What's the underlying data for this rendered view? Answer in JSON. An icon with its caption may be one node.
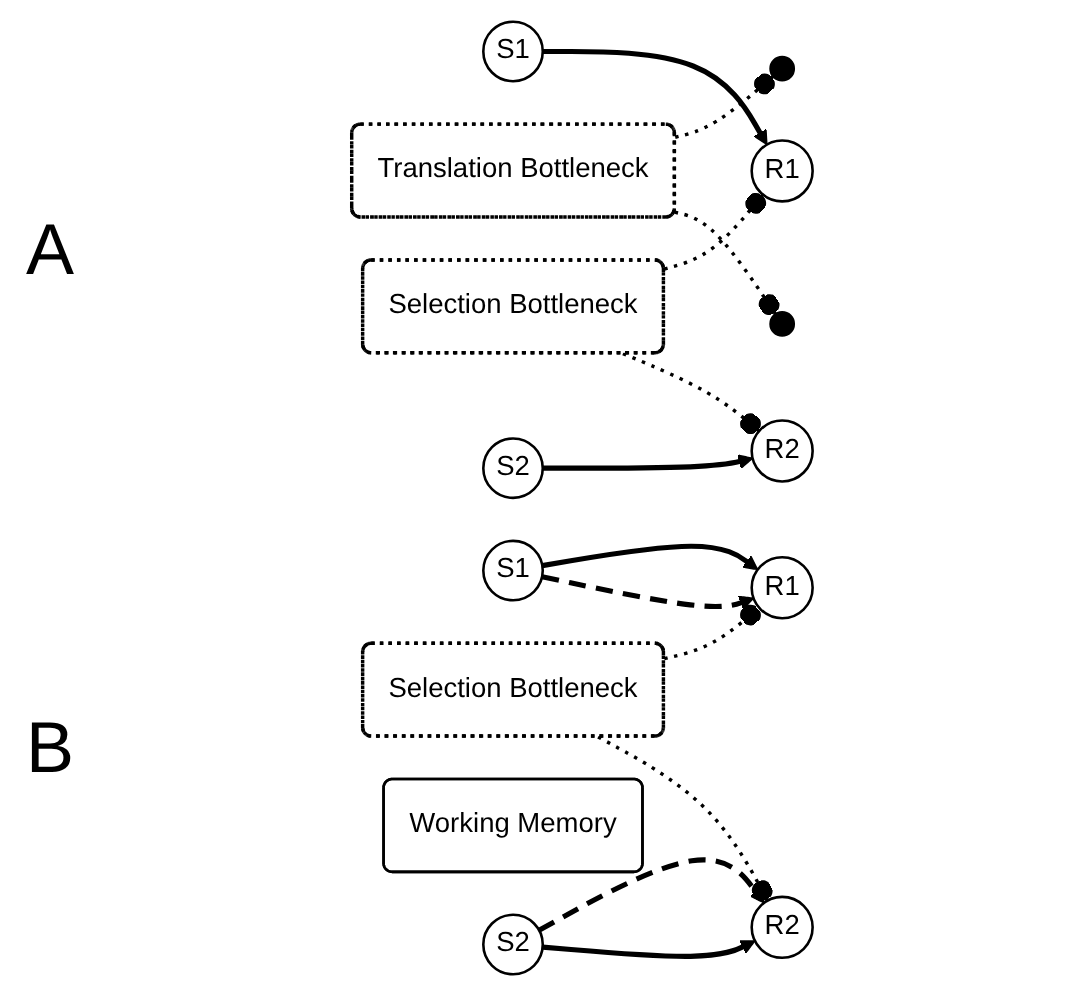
{
  "diagram": {
    "nodes": [
      {
        "text": [
          "S1"
        ]
      },
      {
        "text": [
          "R1"
        ]
      },
      {
        "text": [
          "Translation Bottleneck"
        ]
      },
      {
        "text": [
          "Selection Bottleneck"
        ]
      },
      {
        "text": [
          "S2"
        ]
      },
      {
        "text": [
          "R2"
        ]
      },
      {
        "text": [
          "S1"
        ]
      },
      {
        "text": [
          "R1"
        ]
      },
      {
        "text": [
          "Selection Bottleneck"
        ]
      },
      {
        "text": [
          "Working Memory"
        ]
      },
      {
        "text": [
          "S2"
        ]
      },
      {
        "text": [
          "R2"
        ]
      }
    ],
    "edges": [
      {
        "from": 0,
        "to": 1,
        "arrow": "to"
      },
      {
        "from": 4,
        "to": 5,
        "arrow": "to"
      },
      {
        "from": 2,
        "to": null,
        "arrow": "other",
        "style": "dashed"
      },
      {
        "from": 2,
        "to": null,
        "arrow": "other",
        "style": "dashed"
      },
      {
        "from": 3,
        "to": 1,
        "arrow": "other",
        "style": "dashed"
      },
      {
        "from": 3,
        "to": 5,
        "arrow": "other",
        "style": "dashed"
      },
      {
        "from": 6,
        "to": 7,
        "arrow": "to"
      },
      {
        "from": 6,
        "to": 7,
        "arrow": "to",
        "style": "dashed"
      },
      {
        "from": 10,
        "to": 11,
        "arrow": "to",
        "style": "dashed"
      },
      {
        "from": 10,
        "to": 11,
        "arrow": "to"
      },
      {
        "from": 8,
        "to": 7,
        "arrow": "other",
        "style": "dashed"
      },
      {
        "from": 8,
        "to": 11,
        "arrow": "other",
        "style": "dashed"
      }
    ],
    "labels": [
      "A",
      "B"
    ]
  }
}
